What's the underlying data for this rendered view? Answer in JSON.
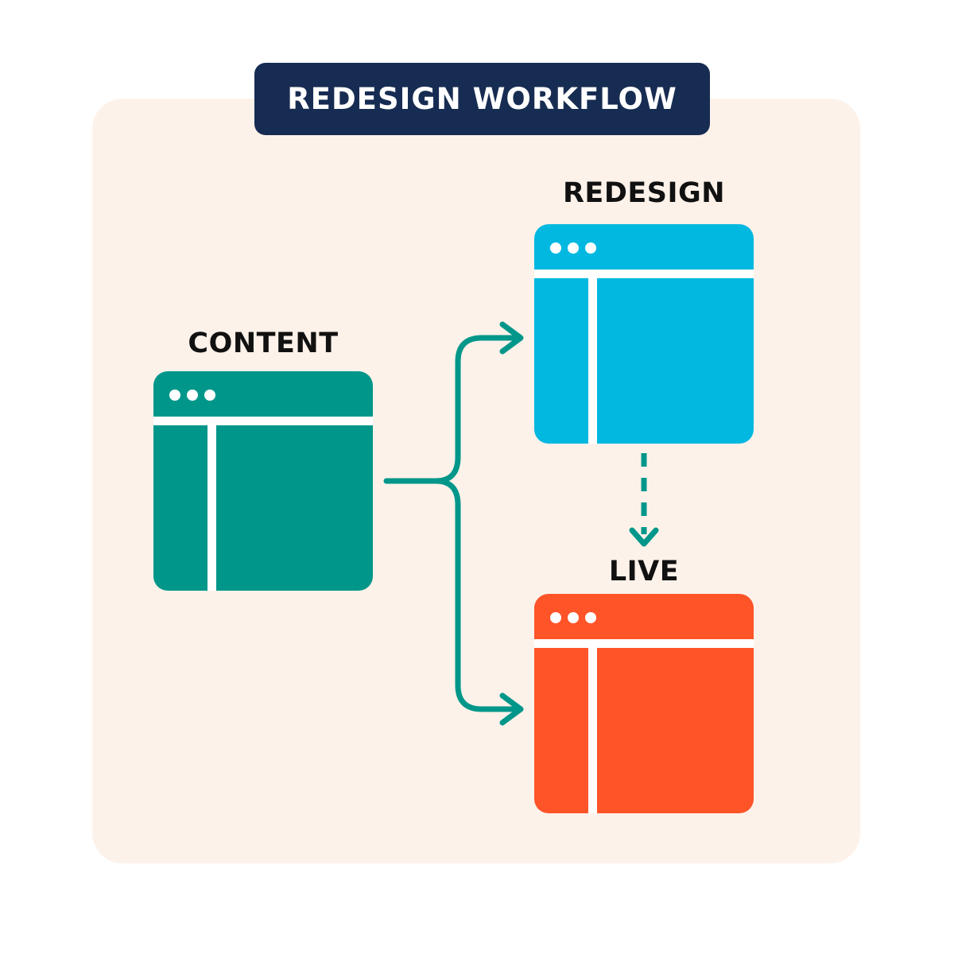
{
  "diagram": {
    "title": "REDESIGN WORKFLOW",
    "nodes": [
      {
        "id": "content",
        "label": "CONTENT",
        "color": "#00978a"
      },
      {
        "id": "redesign",
        "label": "REDESIGN",
        "color": "#00b8e0"
      },
      {
        "id": "live",
        "label": "LIVE",
        "color": "#ff5328"
      }
    ],
    "edges": [
      {
        "from": "content",
        "to": "redesign",
        "style": "solid"
      },
      {
        "from": "content",
        "to": "live",
        "style": "solid"
      },
      {
        "from": "redesign",
        "to": "live",
        "style": "dashed"
      }
    ],
    "colors": {
      "title_badge": "#172c52",
      "panel_background": "#fdf2ea",
      "connector": "#00978a"
    }
  }
}
